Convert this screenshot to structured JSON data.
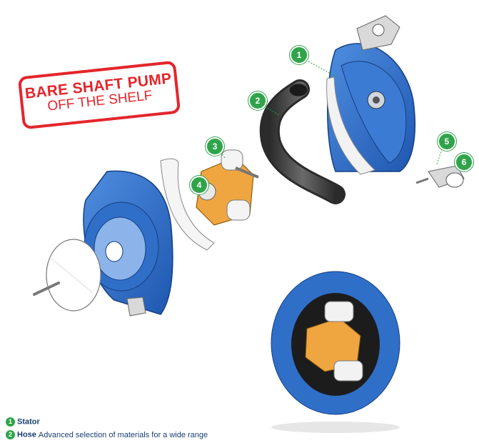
{
  "stamp": {
    "line1": "BARE SHAFT PUMP",
    "line2": "OFF THE SHELF"
  },
  "callouts": [
    "1",
    "2",
    "3",
    "4",
    "5",
    "6"
  ],
  "legend": [
    {
      "num": "1",
      "name": "Stator",
      "desc": ""
    },
    {
      "num": "2",
      "name": "Hose",
      "desc": "Advanced selection of materials for a wide range"
    }
  ],
  "colors": {
    "accent_red": "#e3262b",
    "callout_green": "#2fa44a",
    "casing_blue": "#2f6fc8",
    "hose_gray": "#4a4a4a",
    "rotor_orange": "#f0a640",
    "legend_text": "#1a3f73"
  }
}
